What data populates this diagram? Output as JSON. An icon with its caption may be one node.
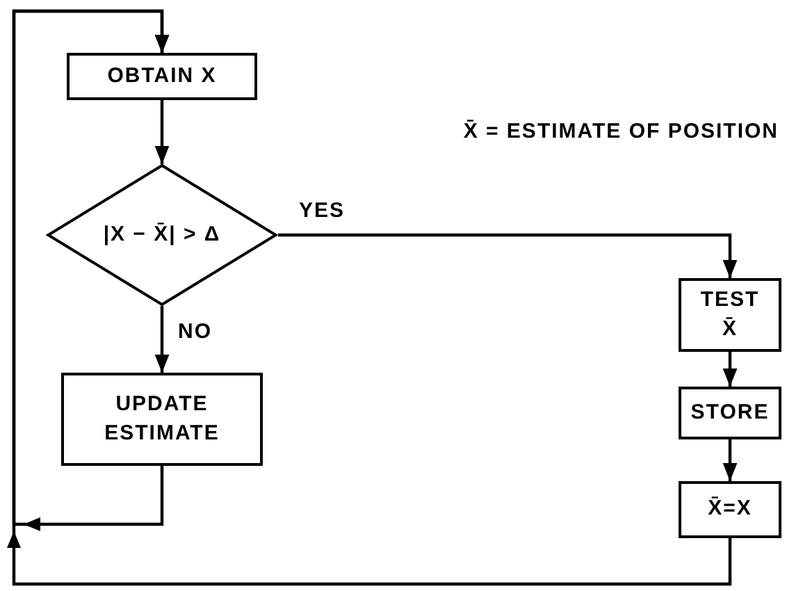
{
  "diagram": {
    "nodes": [
      {
        "text": [
          "OBTAIN X"
        ]
      },
      {
        "text": [
          "|X − X̄| > Δ"
        ]
      },
      {
        "text": [
          "TEST X̄"
        ]
      },
      {
        "text": [
          "UPDATE ESTIMATE"
        ]
      },
      {
        "text": [
          "STORE"
        ]
      },
      {
        "text": [
          "X̄=X"
        ]
      }
    ],
    "edges": [
      {
        "from": 0,
        "to": 1,
        "arrow": "to"
      },
      {
        "from": 1,
        "to": 2,
        "arrow": "to",
        "label": "YES"
      },
      {
        "from": 1,
        "to": 3,
        "arrow": "to",
        "label": "NO"
      },
      {
        "from": 2,
        "to": 4,
        "arrow": "to"
      },
      {
        "from": 4,
        "to": 5,
        "arrow": "to"
      },
      {
        "from": 3,
        "to": 0,
        "arrow": "to"
      },
      {
        "from": 5,
        "to": 0,
        "arrow": "to"
      }
    ],
    "labels": [
      "X̄ = ESTIMATE OF POSITION"
    ]
  }
}
